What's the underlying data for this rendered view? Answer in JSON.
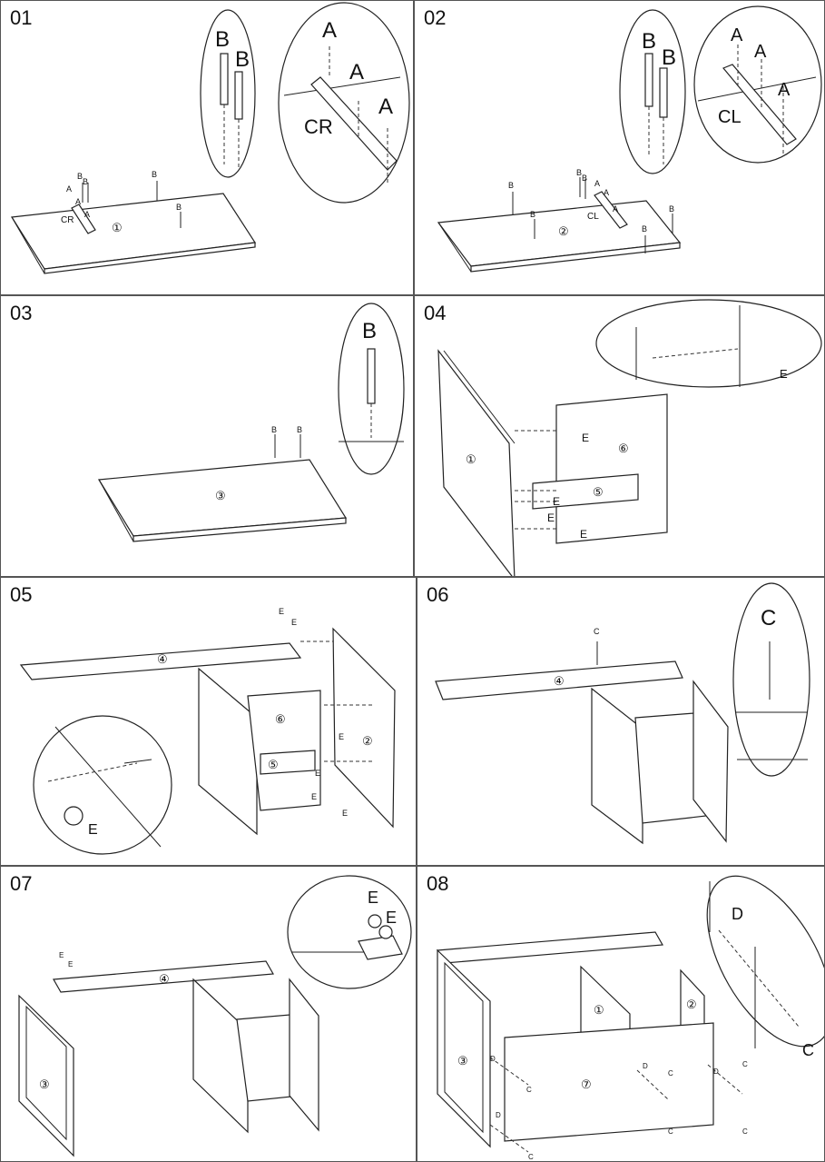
{
  "steps": [
    {
      "number": "01",
      "labels": {
        "a": "A",
        "b": "B",
        "cr": "CR",
        "part": "①"
      }
    },
    {
      "number": "02",
      "labels": {
        "a": "A",
        "b": "B",
        "cl": "CL",
        "part": "②"
      }
    },
    {
      "number": "03",
      "labels": {
        "b": "B",
        "part": "③"
      }
    },
    {
      "number": "04",
      "labels": {
        "e": "E",
        "p1": "①",
        "p5": "⑤",
        "p6": "⑥"
      }
    },
    {
      "number": "05",
      "labels": {
        "e": "E",
        "p2": "②",
        "p4": "④",
        "p5": "⑤",
        "p6": "⑥"
      }
    },
    {
      "number": "06",
      "labels": {
        "c": "C",
        "p4": "④"
      }
    },
    {
      "number": "07",
      "labels": {
        "e": "E",
        "p3": "③",
        "p4": "④"
      }
    },
    {
      "number": "08",
      "labels": {
        "c": "C",
        "d": "D",
        "p1": "①",
        "p2": "②",
        "p3": "③",
        "p7": "⑦"
      }
    }
  ]
}
